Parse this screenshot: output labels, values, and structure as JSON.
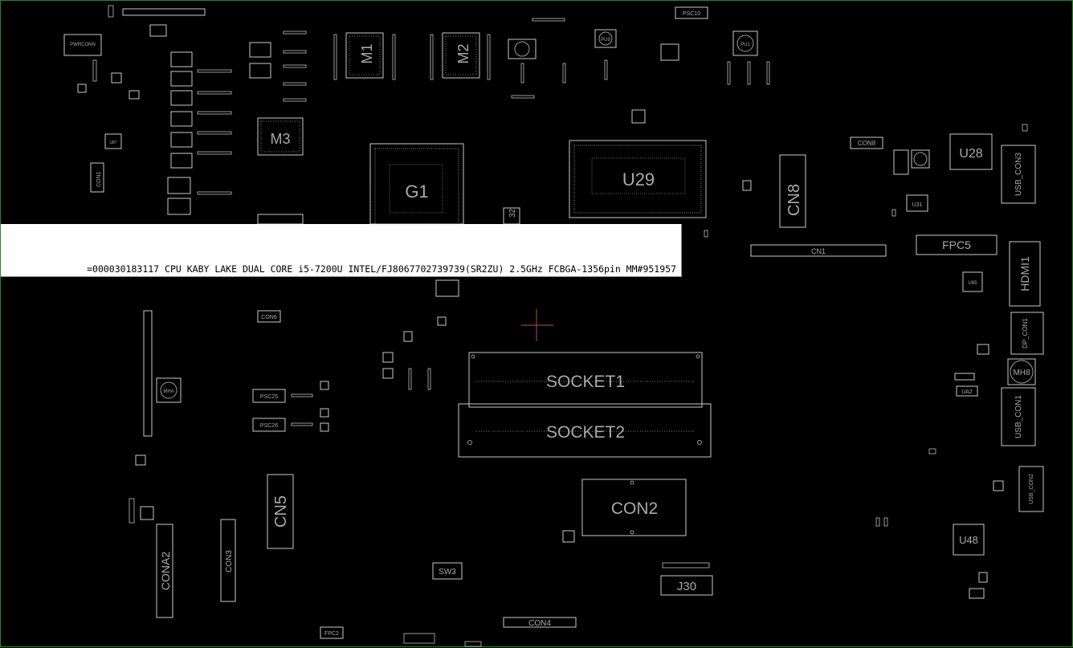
{
  "tooltip": {
    "text": "=000030183117 CPU KABY LAKE DUAL CORE i5-7200U INTEL/FJ8067702739739(SR2ZU) 2.5GHz FCBGA-1356pin MM#951957"
  },
  "colors": {
    "background": "#000000",
    "outline": "#c8c8c8",
    "label": "#a9a9a9",
    "frame": "#1f8a1f",
    "cursor": "#b05050"
  },
  "components": {
    "m1": "M1",
    "m2": "M2",
    "m3": "M3",
    "g1": "G1",
    "u29": "U29",
    "cn8": "CN8",
    "con8": "CON8",
    "u28": "U28",
    "usb_con3": "USB_CON3",
    "u31": "U31",
    "cn1": "CN1",
    "fpc5": "FPC5",
    "hdmi1": "HDMI1",
    "u85": "U85",
    "dp_con1": "DP_CON1",
    "mh8": "MH8",
    "ua2": "UA2",
    "usb_con1": "USB_CON1",
    "usb_con2": "USB_CON2",
    "u48": "U48",
    "socket1": "SOCKET1",
    "socket2": "SOCKET2",
    "con2": "CON2",
    "j30": "J30",
    "con4": "CON4",
    "sw3": "SW3",
    "fpc2": "FPC2",
    "cn5": "CN5",
    "cona2": "CONA2",
    "con3": "CON3",
    "con6": "CON6",
    "con1": "CON1",
    "pwrconn": "PWRCONN",
    "psc10": "PSC10",
    "pu9": "PU9",
    "psc26": "PSC26",
    "psc25": "PSC25",
    "mha": "MHA",
    "u87": "U87",
    "pu1": "PU1",
    "p32": "32"
  }
}
